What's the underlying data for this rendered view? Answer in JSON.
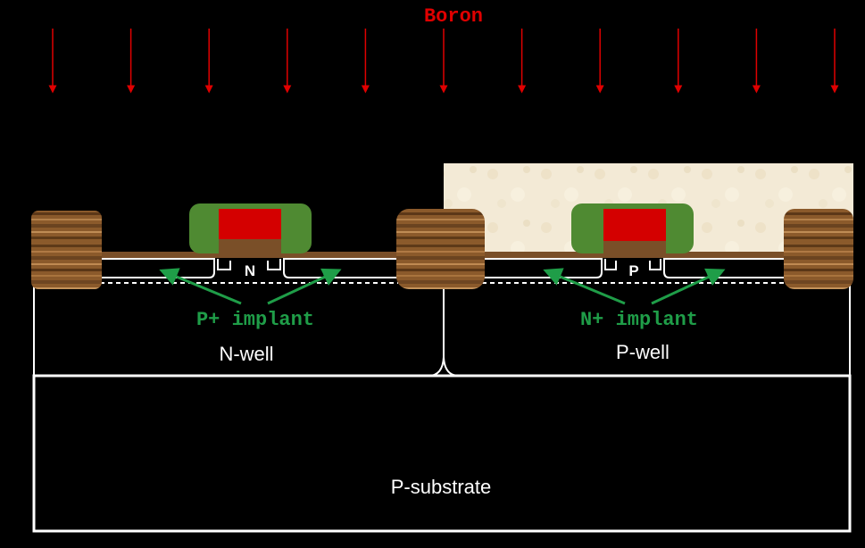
{
  "title": "Boron",
  "labels": {
    "n_body": "N",
    "p_body": "P",
    "p_plus_implant": "P+ implant",
    "n_plus_implant": "N+ implant",
    "n_well": "N-well",
    "p_well": "P-well",
    "p_substrate": "P-substrate"
  },
  "colors": {
    "background": "#000000",
    "arrow": "#e00000",
    "title": "#e00000",
    "implant_label": "#1f9d48",
    "gate": "#d40000",
    "spacer": "#4f8a32",
    "photoresist": "#f3ead6",
    "field_oxide": "#8b5a2b",
    "outline": "#ffffff"
  },
  "icons": {
    "implant_arrow": "arrow-down-icon",
    "wood_texture": "field-oxide-texture"
  }
}
